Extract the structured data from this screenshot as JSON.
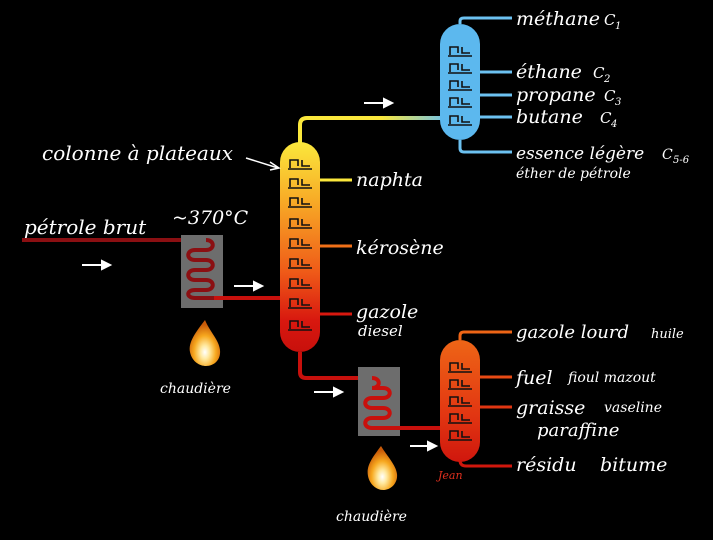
{
  "colors": {
    "background": "#000000",
    "crude_pipe": "#8b0f12",
    "hot_red": "#d8180f",
    "orange": "#f06a1a",
    "yellow": "#f9e23a",
    "gas_blue": "#5cb8ee",
    "furnace_grey": "#6d6d6d",
    "signature": "#e0301e"
  },
  "inputs": {
    "crude": "pétrole brut",
    "temperature": "~370°C"
  },
  "column_label": "colonne à plateaux",
  "furnaces": [
    "chaudière",
    "chaudière"
  ],
  "main_column_outputs": [
    {
      "name": "naphta",
      "note": ""
    },
    {
      "name": "kérosène",
      "note": ""
    },
    {
      "name": "gazole",
      "note": "diesel"
    }
  ],
  "light_column_outputs": [
    {
      "name": "méthane",
      "formula": "C",
      "sub": "1",
      "note": ""
    },
    {
      "name": "éthane",
      "formula": "C",
      "sub": "2",
      "note": ""
    },
    {
      "name": "propane",
      "formula": "C",
      "sub": "3",
      "note": ""
    },
    {
      "name": "butane",
      "formula": "C",
      "sub": "4",
      "note": ""
    },
    {
      "name": "essence légère",
      "formula": "C",
      "sub": "5-6",
      "note": "éther de pétrole"
    }
  ],
  "heavy_column_outputs": [
    {
      "name": "gazole lourd",
      "note": "huile"
    },
    {
      "name": "fuel",
      "note": "fioul mazout"
    },
    {
      "name": "graisse",
      "note": "vaseline"
    },
    {
      "name": "",
      "note": "paraffine"
    },
    {
      "name": "résidu",
      "note": "bitume"
    }
  ],
  "signature": "Jean",
  "icons": [
    "flow-arrow-icon",
    "flame-icon",
    "tray-icon"
  ]
}
